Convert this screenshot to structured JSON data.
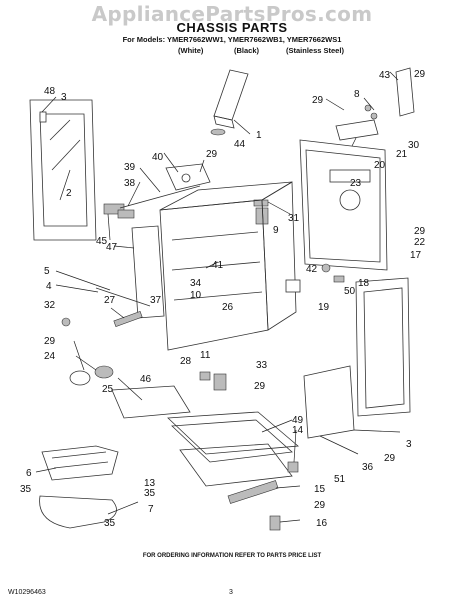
{
  "watermark": "AppliancePartsPros.com",
  "title": "CHASSIS PARTS",
  "models_line": "For Models: YMER7662WW1, YMER7662WB1, YMER7662WS1",
  "colors": [
    "(White)",
    "(Black)",
    "(Stainless Steel)"
  ],
  "footer_note": "FOR ORDERING INFORMATION REFER TO PARTS PRICE LIST",
  "doc_id": "W10296463",
  "page_number": "3",
  "callouts": {
    "c48": "48",
    "c3a": "3",
    "c2": "2",
    "c45": "45",
    "c40": "40",
    "c29a": "29",
    "c39": "39",
    "c38": "38",
    "c47": "47",
    "c1": "1",
    "c44": "44",
    "c43": "43",
    "c29b": "29",
    "c29c": "29",
    "c8": "8",
    "c30": "30",
    "c21": "21",
    "c20": "20",
    "c23": "23",
    "c31": "31",
    "c9": "9",
    "c29d": "29",
    "c22": "22",
    "c17": "17",
    "c41": "41",
    "c5": "5",
    "c4": "4",
    "c32": "32",
    "c27": "27",
    "c37": "37",
    "c34": "34",
    "c10": "10",
    "c26": "26",
    "c42": "42",
    "c50": "50",
    "c18": "18",
    "c19": "19",
    "c29e": "29",
    "c24": "24",
    "c25": "25",
    "c46": "46",
    "c28": "28",
    "c11": "11",
    "c33": "33",
    "c29f": "29",
    "c49": "49",
    "c14": "14",
    "c3b": "3",
    "c29g": "29",
    "c36": "36",
    "c6": "6",
    "c35a": "35",
    "c13": "13",
    "c35b": "35",
    "c7": "7",
    "c35c": "35",
    "c51": "51",
    "c15": "15",
    "c29h": "29",
    "c16": "16"
  }
}
